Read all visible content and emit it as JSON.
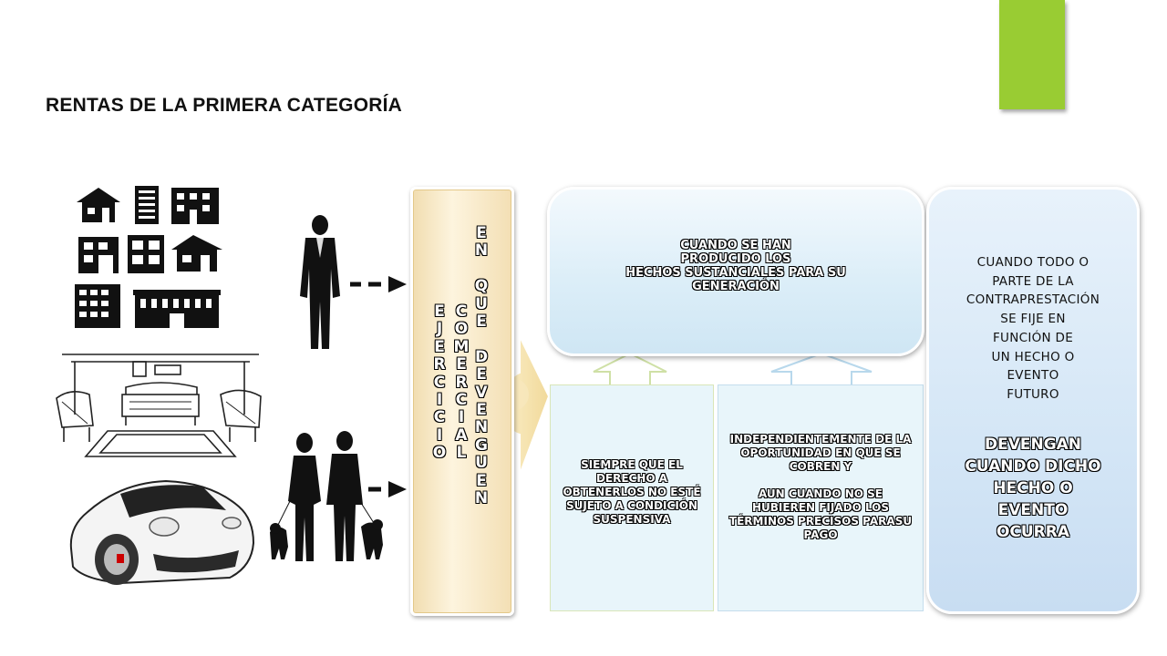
{
  "title": "RENTAS DE LA PRIMERA CATEGORÍA",
  "column_left_letters": [
    "E",
    "J",
    "E",
    "R",
    "C",
    "I",
    "C",
    "I",
    "O"
  ],
  "column_mid_letters": [
    "C",
    "O",
    "M",
    "E",
    "R",
    "C",
    "I",
    "A",
    "L"
  ],
  "column_right_letters": [
    "E",
    "N",
    "",
    "Q",
    "U",
    "E",
    "",
    "D",
    "E",
    "V",
    "E",
    "N",
    "G",
    "U",
    "E",
    "N"
  ],
  "box_top": {
    "line1": "CUANDO SE HAN",
    "line2": "PRODUCIDO LOS",
    "line3": "HECHOS SUSTANCIALES PARA SU",
    "line4": "GENERACIÓN"
  },
  "box_left": {
    "line1": "SIEMPRE QUE EL",
    "line2": "DERECHO A",
    "line3": "OBTENERLOS NO ESTÉ",
    "line4": "SUJETO A CONDICIÓN",
    "line5": "SUSPENSIVA"
  },
  "box_mid": {
    "line1": "INDEPENDIENTEMENTE DE LA",
    "line2": "OPORTUNIDAD EN QUE SE",
    "line3": "COBREN Y",
    "line4": "AUN CUANDO NO SE",
    "line5": "HUBIEREN FIJADO LOS",
    "line6": "TÉRMINOS PRECISOS PARASU",
    "line7": "PAGO"
  },
  "box_right": {
    "lines": [
      "CUANDO TODO O",
      "PARTE DE LA",
      "CONTRAPRESTACIÓN",
      "SE FIJE EN",
      "FUNCIÓN DE",
      "UN HECHO O",
      "EVENTO",
      "FUTURO"
    ],
    "emphasis": [
      "DEVENGAN",
      "CUANDO DICHO",
      "HECHO O",
      "EVENTO",
      "OCURRA"
    ]
  },
  "colors": {
    "accent": "#99cc33",
    "column": "#f3dfb4",
    "box": "#dceef8"
  },
  "icons": [
    "building-icons-grid",
    "businessman-silhouette-icon",
    "living-room-illustration",
    "family-silhouette-icon",
    "sports-car-illustration",
    "dashed-arrow-icon",
    "chevron-arrow-icon",
    "up-arrow-icon"
  ]
}
